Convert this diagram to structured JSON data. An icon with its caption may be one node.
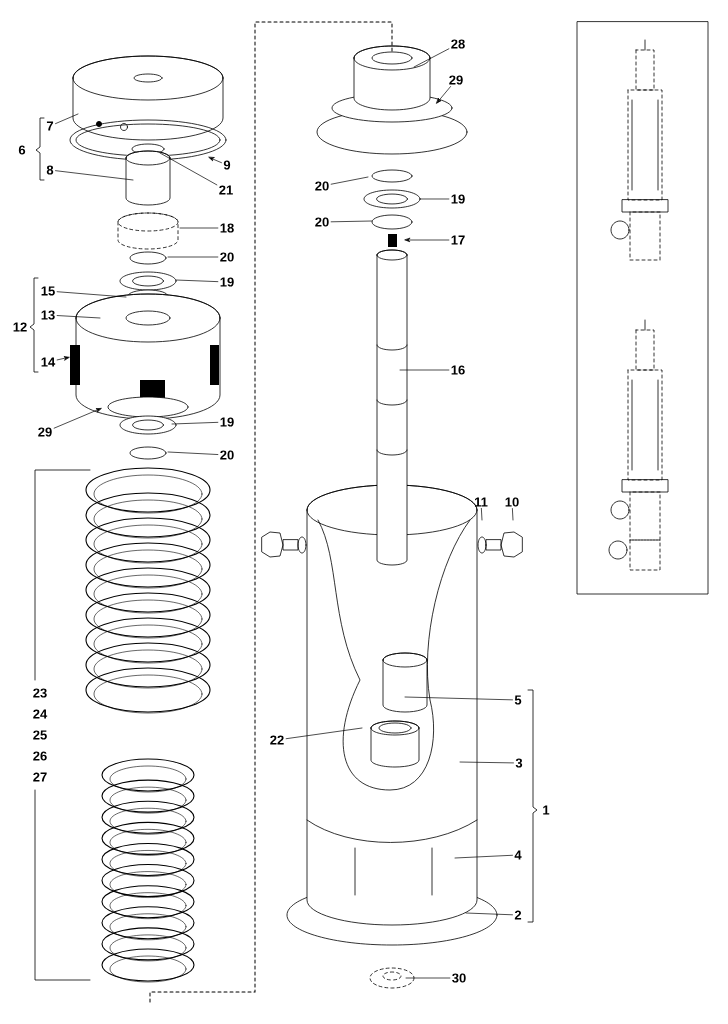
{
  "diagram": {
    "nodes": [
      {
        "text": [
          "7"
        ]
      },
      {
        "text": [
          "9"
        ]
      },
      {
        "text": [
          "8"
        ]
      },
      {
        "text": [
          "21"
        ]
      },
      {
        "text": [
          "18"
        ]
      },
      {
        "text": [
          "20"
        ]
      },
      {
        "text": [
          "19"
        ]
      },
      {
        "text": [
          "15"
        ]
      },
      {
        "text": [
          "13"
        ]
      },
      {
        "text": [
          "14"
        ]
      },
      {
        "text": [
          "29"
        ]
      },
      {
        "text": [
          "19"
        ]
      },
      {
        "text": [
          "20"
        ]
      },
      {
        "text": [
          "28"
        ]
      },
      {
        "text": [
          "29"
        ]
      },
      {
        "text": [
          "20"
        ]
      },
      {
        "text": [
          "19"
        ]
      },
      {
        "text": [
          "20"
        ]
      },
      {
        "text": [
          "17"
        ]
      },
      {
        "text": [
          "16"
        ]
      },
      {
        "text": [
          "11"
        ]
      },
      {
        "text": [
          "10"
        ]
      },
      {
        "text": [
          "5"
        ]
      },
      {
        "text": [
          "22"
        ]
      },
      {
        "text": [
          "3"
        ]
      },
      {
        "text": [
          "4"
        ]
      },
      {
        "text": [
          "2"
        ]
      },
      {
        "text": [
          "30"
        ]
      }
    ],
    "edges": [
      {
        "from": 0,
        "to": null,
        "arrow": "none"
      },
      {
        "from": 1,
        "to": null,
        "arrow": "to"
      },
      {
        "from": 2,
        "to": null,
        "arrow": "none"
      },
      {
        "from": 3,
        "to": null,
        "arrow": "none"
      },
      {
        "from": 4,
        "to": null,
        "arrow": "none"
      },
      {
        "from": 5,
        "to": null,
        "arrow": "none"
      },
      {
        "from": 6,
        "to": null,
        "arrow": "none"
      },
      {
        "from": 7,
        "to": null,
        "arrow": "none"
      },
      {
        "from": 8,
        "to": null,
        "arrow": "none"
      },
      {
        "from": 9,
        "to": null,
        "arrow": "to"
      },
      {
        "from": 10,
        "to": null,
        "arrow": "to"
      },
      {
        "from": 11,
        "to": null,
        "arrow": "none"
      },
      {
        "from": 12,
        "to": null,
        "arrow": "none"
      },
      {
        "from": 13,
        "to": null,
        "arrow": "none"
      },
      {
        "from": 14,
        "to": null,
        "arrow": "to"
      },
      {
        "from": 15,
        "to": null,
        "arrow": "none"
      },
      {
        "from": 16,
        "to": null,
        "arrow": "none"
      },
      {
        "from": 17,
        "to": null,
        "arrow": "none"
      },
      {
        "from": 18,
        "to": null,
        "arrow": "to"
      },
      {
        "from": 19,
        "to": null,
        "arrow": "none"
      },
      {
        "from": 20,
        "to": null,
        "arrow": "none"
      },
      {
        "from": 21,
        "to": null,
        "arrow": "none"
      },
      {
        "from": 22,
        "to": null,
        "arrow": "none"
      },
      {
        "from": 23,
        "to": null,
        "arrow": "none"
      },
      {
        "from": 24,
        "to": null,
        "arrow": "none"
      },
      {
        "from": 25,
        "to": null,
        "arrow": "none"
      },
      {
        "from": 26,
        "to": null,
        "arrow": "none"
      },
      {
        "from": 27,
        "to": null,
        "arrow": "none"
      }
    ],
    "labels": [
      "6",
      "12",
      "23",
      "24",
      "25",
      "26",
      "27",
      "1"
    ]
  }
}
